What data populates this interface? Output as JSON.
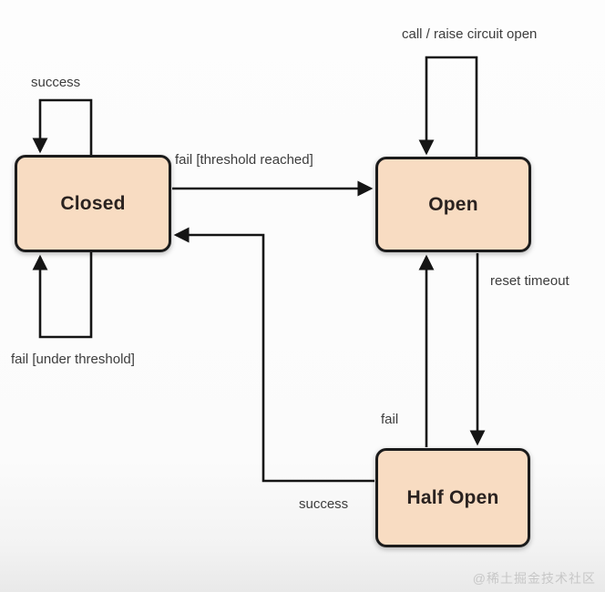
{
  "diagram": {
    "type": "state-diagram",
    "subject": "circuit-breaker-pattern",
    "states": [
      {
        "id": "closed",
        "label": "Closed"
      },
      {
        "id": "open",
        "label": "Open"
      },
      {
        "id": "half_open",
        "label": "Half Open"
      }
    ],
    "transitions": [
      {
        "from": "closed",
        "to": "closed",
        "label": "success"
      },
      {
        "from": "closed",
        "to": "open",
        "label": "fail [threshold reached]"
      },
      {
        "from": "closed",
        "to": "closed",
        "label": "fail [under threshold]"
      },
      {
        "from": "open",
        "to": "open",
        "label": "call / raise circuit open"
      },
      {
        "from": "open",
        "to": "half_open",
        "label": "reset timeout"
      },
      {
        "from": "half_open",
        "to": "open",
        "label": "fail"
      },
      {
        "from": "half_open",
        "to": "closed",
        "label": "success"
      }
    ],
    "colors": {
      "state_fill": "#f8dcc2",
      "state_border": "#1b1b1b",
      "arrow": "#151515",
      "edge_label_text": "#3d3d3d",
      "state_label_text": "#2a2220",
      "watermark_text": "#c7c7c7",
      "background": "#fbfbfb"
    },
    "watermark": "@稀土掘金技术社区"
  }
}
